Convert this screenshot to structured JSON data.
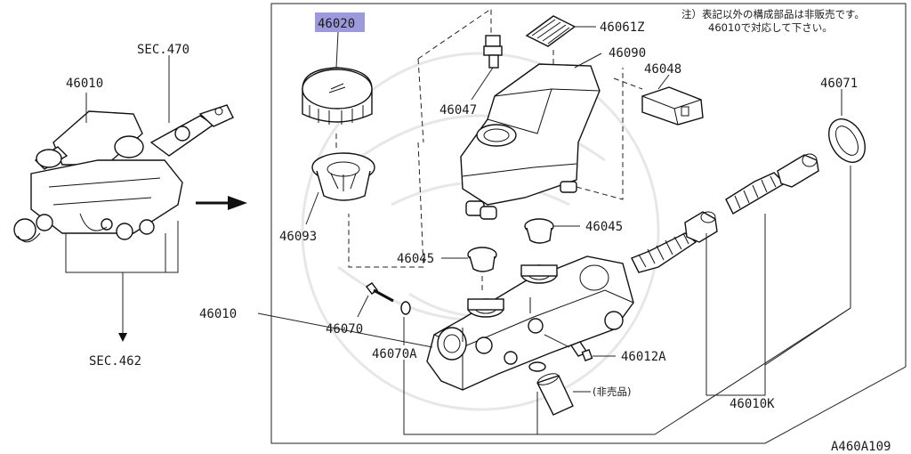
{
  "note": {
    "line1": "注）表記以外の構成部品は非販売です。",
    "line2": "46010で対応して下さい。"
  },
  "labels": {
    "sec470": "SEC.470",
    "sec462": "SEC.462",
    "assy_left": "46010",
    "assy_main": "46010",
    "cap": "46020",
    "strainer": "46093",
    "filter_label": "46061Z",
    "reservoir_bolt": "46047",
    "reservoir": "46090",
    "connector": "46048",
    "seal_ring": "46071",
    "grommet_upper": "46045",
    "grommet_lower": "46045",
    "pin": "46070",
    "washer": "46070A",
    "plug": "46012A",
    "piston_kit": "46010K",
    "not_sold": "(非売品)",
    "diagram_code": "A460A109"
  },
  "highlight_color": "#9c99dd"
}
